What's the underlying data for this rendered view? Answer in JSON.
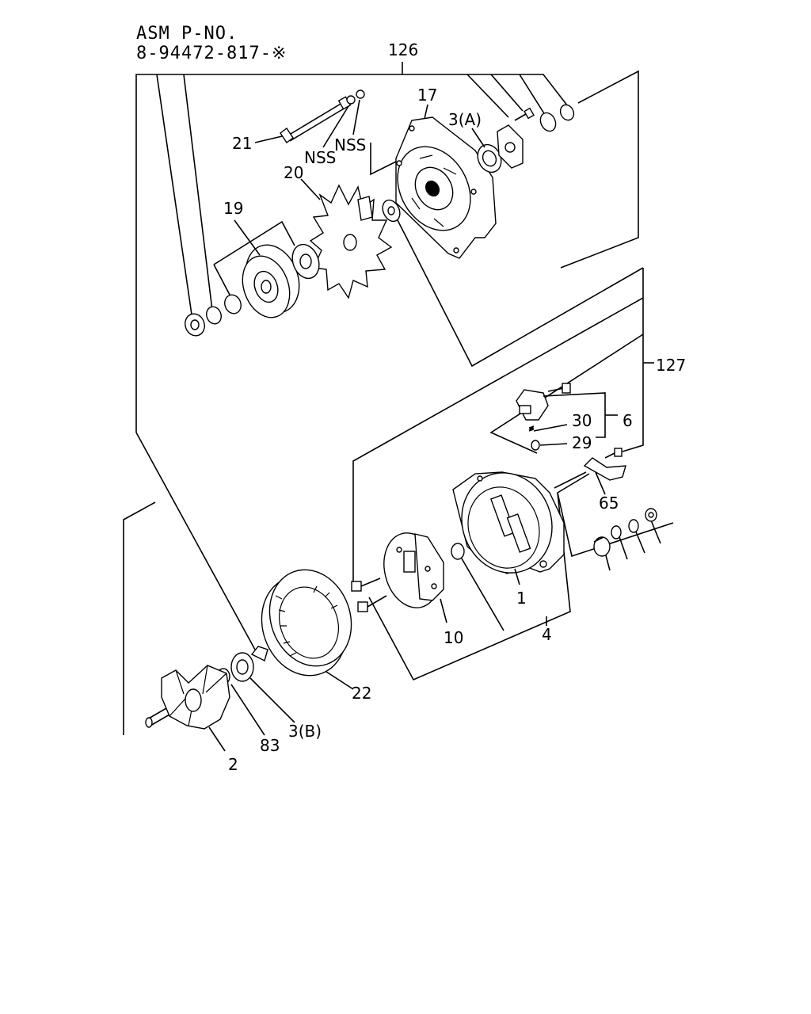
{
  "header": {
    "line1": "ASM P-NO.",
    "line2": "8-94472-817-※"
  },
  "callouts": {
    "c126": "126",
    "c127": "127",
    "c17": "17",
    "c3a": "3(A)",
    "c21": "21",
    "c20": "20",
    "nss1": "NSS",
    "nss2": "NSS",
    "c19": "19",
    "c30": "30",
    "c29": "29",
    "c6": "6",
    "c65": "65",
    "c1": "1",
    "c4": "4",
    "c10": "10",
    "c22": "22",
    "c3b": "3(B)",
    "c83": "83",
    "c2": "2"
  },
  "icons": {
    "bolt": "bolt-icon",
    "washer": "washer-icon",
    "nut": "nut-icon",
    "bearing": "bearing-icon"
  }
}
